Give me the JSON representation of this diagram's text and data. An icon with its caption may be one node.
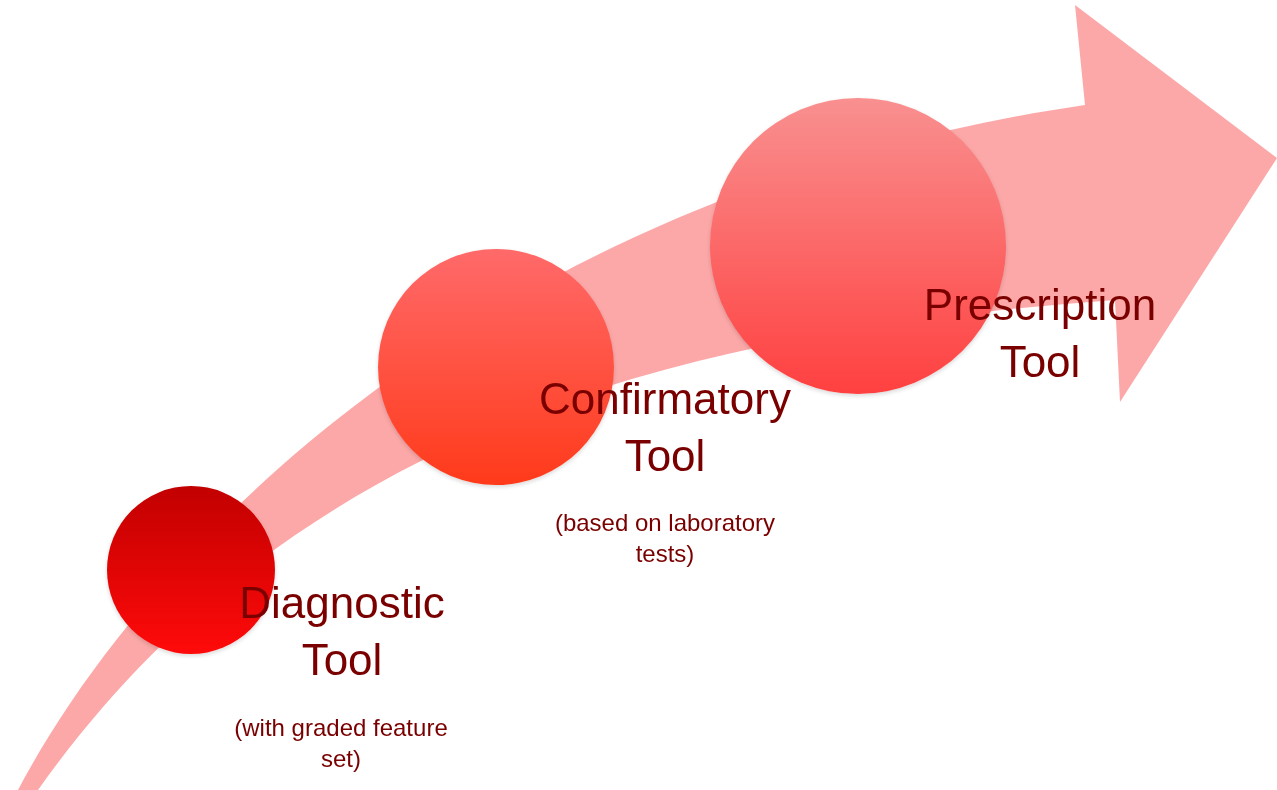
{
  "diagram": {
    "nodes": [
      {
        "text": [
          "Diagnostic Tool",
          "(with graded feature set)"
        ]
      },
      {
        "text": [
          "Confirmatory Tool",
          "(based on laboratory tests)"
        ]
      },
      {
        "text": [
          "Prescription Tool"
        ]
      }
    ],
    "edges": []
  }
}
